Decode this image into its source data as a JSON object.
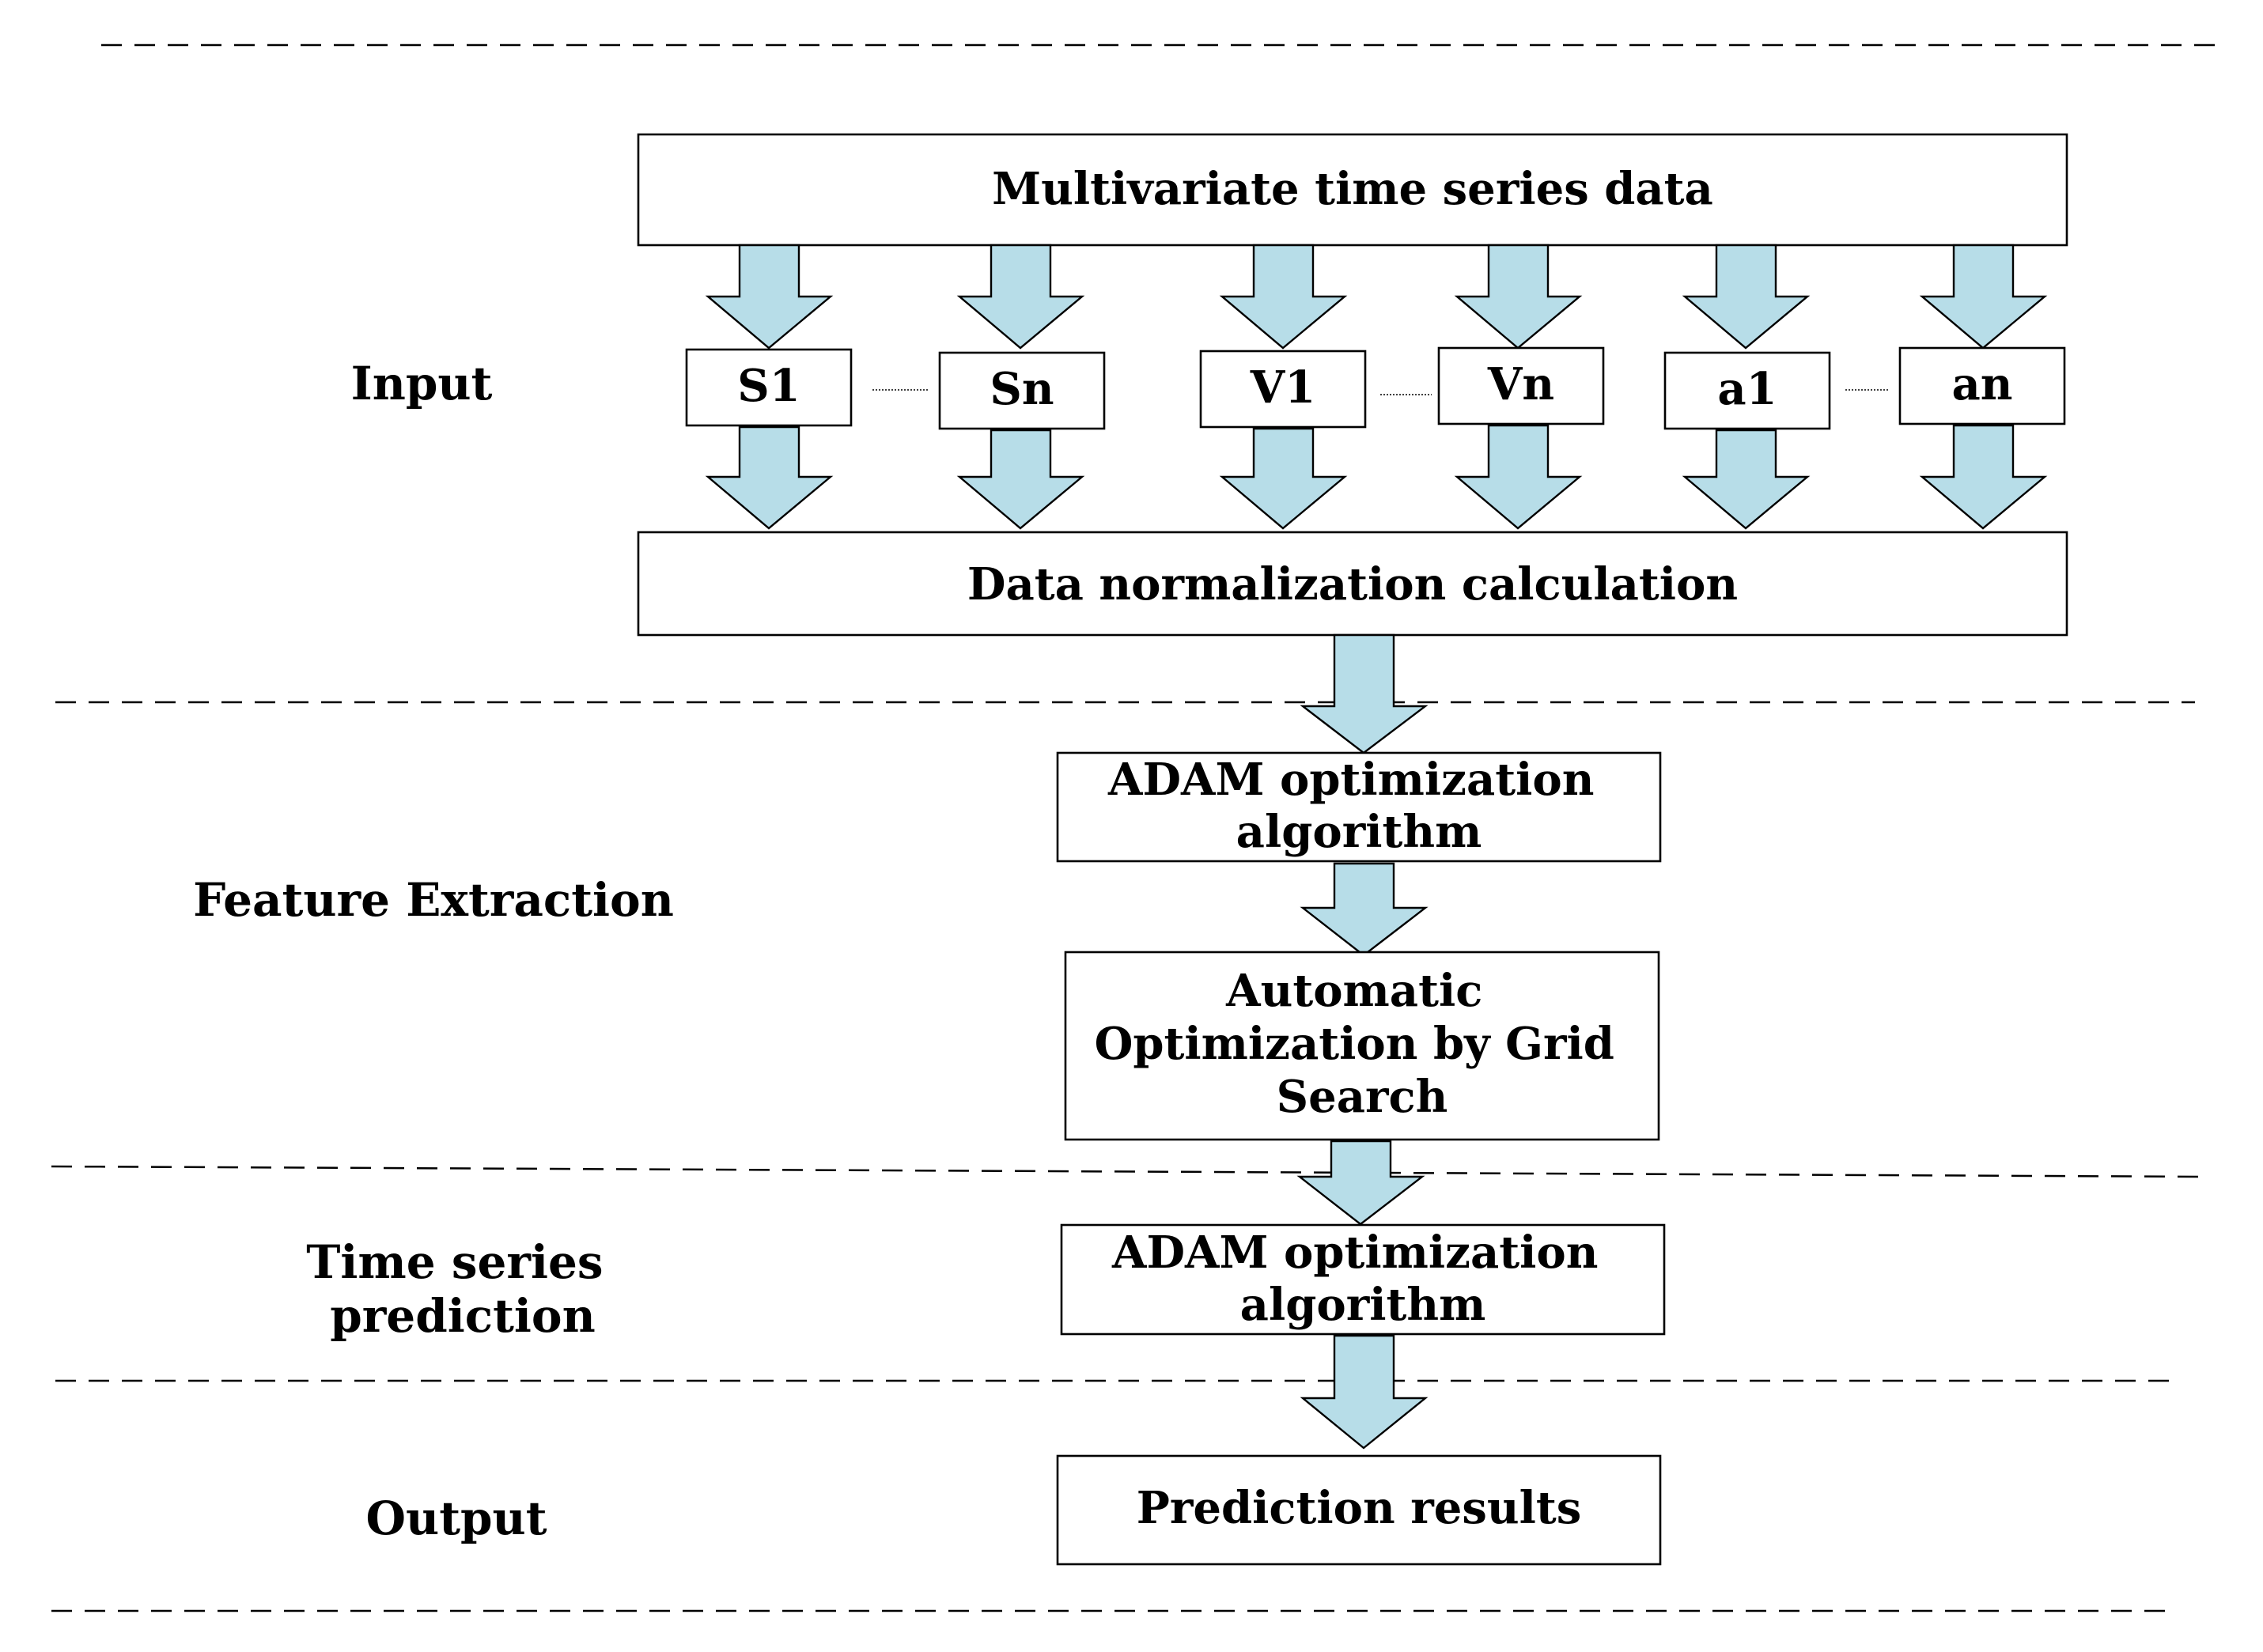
{
  "sections": {
    "input": "Input",
    "feature_extraction": "Feature Extraction",
    "time_series_prediction": [
      "Time series",
      "prediction"
    ],
    "output": "Output"
  },
  "boxes": {
    "multivariate": "Multivariate time series data",
    "variables": [
      "S1",
      "Sn",
      "V1",
      "Vn",
      "a1",
      "an"
    ],
    "normalization": "Data normalization calculation",
    "adam_feature": [
      "ADAM optimization",
      "algorithm"
    ],
    "grid_search": [
      "Automatic",
      "Optimization by Grid",
      "Search"
    ],
    "adam_prediction": [
      "ADAM optimization",
      "algorithm"
    ],
    "prediction_results": "Prediction results"
  },
  "colors": {
    "arrow_fill": "#b7dde8",
    "stroke": "#000000",
    "background": "#ffffff"
  }
}
